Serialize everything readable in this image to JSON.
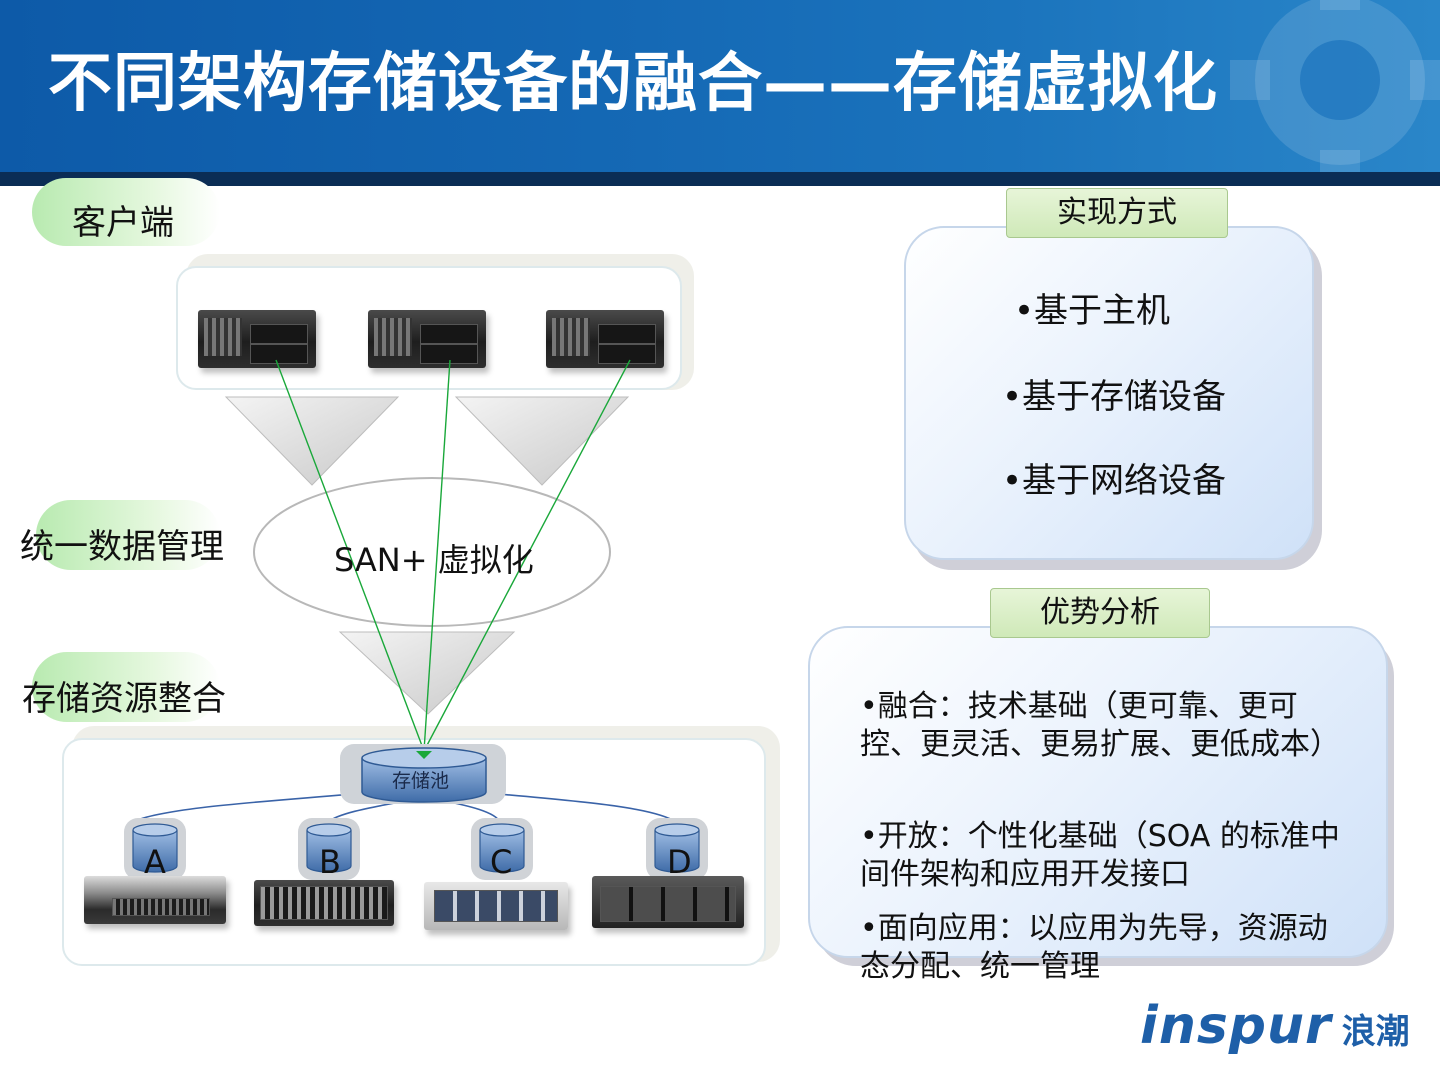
{
  "title": "不同架构存储设备的融合——存储虚拟化",
  "left_labels": {
    "client": "客户端",
    "unified_data_mgmt": "统一数据管理",
    "storage_integration": "存储资源整合"
  },
  "san_label": "SAN+ 虚拟化",
  "storage_pool_label": "存储池",
  "disks": [
    "A",
    "B",
    "C",
    "D"
  ],
  "implementation": {
    "tab": "实现方式",
    "items": [
      "•基于主机",
      "•基于存储设备",
      "•基于网络设备"
    ]
  },
  "advantages": {
    "tab": "优势分析",
    "items": [
      "•融合：技术基础（更可靠、更可控、更灵活、更易扩展、更低成本）",
      "•开放：个性化基础（SOA 的标准中间件架构和应用开发接口",
      "•面向应用：以应用为先导，资源动态分配、统一管理"
    ]
  },
  "brand": {
    "word": "inspur",
    "cn": "浪潮"
  },
  "colors": {
    "header": "#1569b5",
    "stripe": "#0b2d55",
    "pill_green": "#b8eab0",
    "tab_green": "#d6edc2",
    "panel_blue": "#cfe1f8",
    "link_green": "#1aa83a",
    "pool_blue": "#5b86c0",
    "brand_blue": "#1e5fa8"
  }
}
